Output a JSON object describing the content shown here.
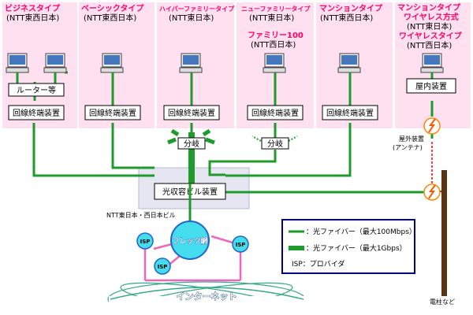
{
  "colors": {
    "panel_bg": "#ffe0f0",
    "plan_title": "#ff0066",
    "sub_title": "#000000",
    "fiber": "#1f9b2b",
    "building_bg": "#e6e6f2",
    "legend_border": "#000080",
    "internet_line": "#33aa88",
    "isp_fill": "#44ddee",
    "isp_link": "#ee66bb",
    "pole": "#5a3410",
    "antenna_line": "#ff0000"
  },
  "plans": [
    {
      "title": "ビジネスタイプ",
      "subtitle": "(NTT東西日本)",
      "devices": [
        "ルーター等",
        "回線終端装置"
      ]
    },
    {
      "title": "ベーシックタイプ",
      "subtitle": "(NTT東西日本)",
      "devices": [
        "回線終端装置"
      ]
    },
    {
      "title": "ハイパーファミリータイプ",
      "subtitle": "(NTT東日本)",
      "devices": [
        "回線終端装置"
      ]
    },
    {
      "title": "ニューファミリータイプ",
      "subtitle": "(NTT東日本)",
      "title2": "ファミリー100",
      "subtitle2": "(NTT西日本)",
      "devices": [
        "回線終端装置"
      ]
    },
    {
      "title": "マンションタイプ",
      "subtitle": "(NTT東西日本)",
      "devices": [
        "回線終端装置"
      ]
    },
    {
      "title": "マンションタイプ",
      "title_line2": "ワイヤレス方式",
      "subtitle": "(NTT東日本)",
      "title2": "ワイヤレスタイプ",
      "subtitle2": "(NTT西日本)",
      "devices": [
        "屋内装置"
      ]
    }
  ],
  "splitters": [
    "分岐",
    "分岐"
  ],
  "building": {
    "device": "光収容ビル装置",
    "caption": "NTT東日本・西日本ビル"
  },
  "outdoor": {
    "label_line1": "屋外装置",
    "label_line2": "(アンテナ)"
  },
  "pole_label": "電柱など",
  "network": {
    "flets": "フレッツ網",
    "isp": [
      "ISP",
      "ISP",
      "ISP"
    ],
    "internet": "インターネット"
  },
  "legend": {
    "thin": "：光ファイバー（最大100Mbps）",
    "thick": "：光ファイバー（最大1Gbps）",
    "isp": "ISP：プロバイダ"
  }
}
